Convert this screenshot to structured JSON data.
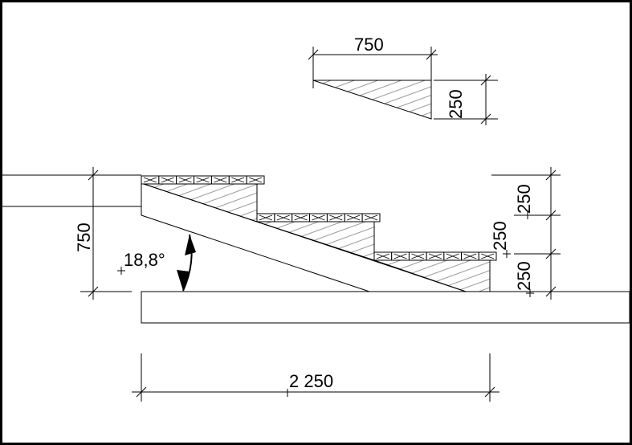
{
  "drawing": {
    "dimensions": {
      "tread_detail_width": "750",
      "tread_detail_height": "250",
      "total_rise": "750",
      "angle": "18,8°",
      "total_run": "2 250",
      "rise_upper": "250",
      "rise_middle": "250",
      "rise_lower": "250"
    },
    "colors": {
      "frame": "#000000",
      "paper": "#ffffff",
      "line": "#000000",
      "hatch": "#000000"
    }
  }
}
